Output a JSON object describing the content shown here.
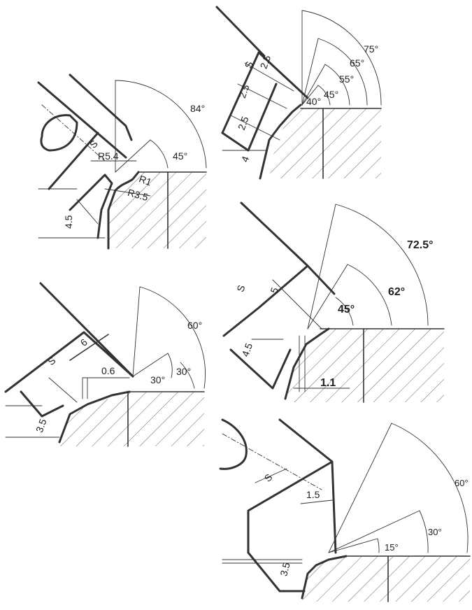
{
  "panels": [
    {
      "id": "top-left",
      "labels": {
        "angle_outer": "84°",
        "angle_inner": "45°",
        "s": "S",
        "r_large": "R5.4",
        "r_small": "R1",
        "r_mid": "R3.5",
        "dim": "4.5"
      }
    },
    {
      "id": "top-right",
      "labels": {
        "a75": "75°",
        "a65": "65°",
        "a55": "55°",
        "a45": "45°",
        "a40": "40°",
        "s": "S",
        "d1": "2.5",
        "d2": "2.5",
        "d3": "2.5",
        "d4": "4"
      }
    },
    {
      "id": "middle-left",
      "labels": {
        "angle_outer": "60°",
        "a30a": "30°",
        "a30b": "30°",
        "s": "S",
        "d6": "6",
        "d06": "0.6",
        "d35": "3.5"
      }
    },
    {
      "id": "middle-right",
      "labels": {
        "angle_outer": "72.5°",
        "a62": "62°",
        "a45": "45°",
        "s": "S",
        "d5": "5",
        "d45": "4.5",
        "d11": "1.1"
      }
    },
    {
      "id": "bottom-right",
      "labels": {
        "angle_outer": "60°",
        "a30": "30°",
        "a15": "15°",
        "s": "S",
        "d15": "1.5",
        "d35": "3.5"
      }
    }
  ]
}
